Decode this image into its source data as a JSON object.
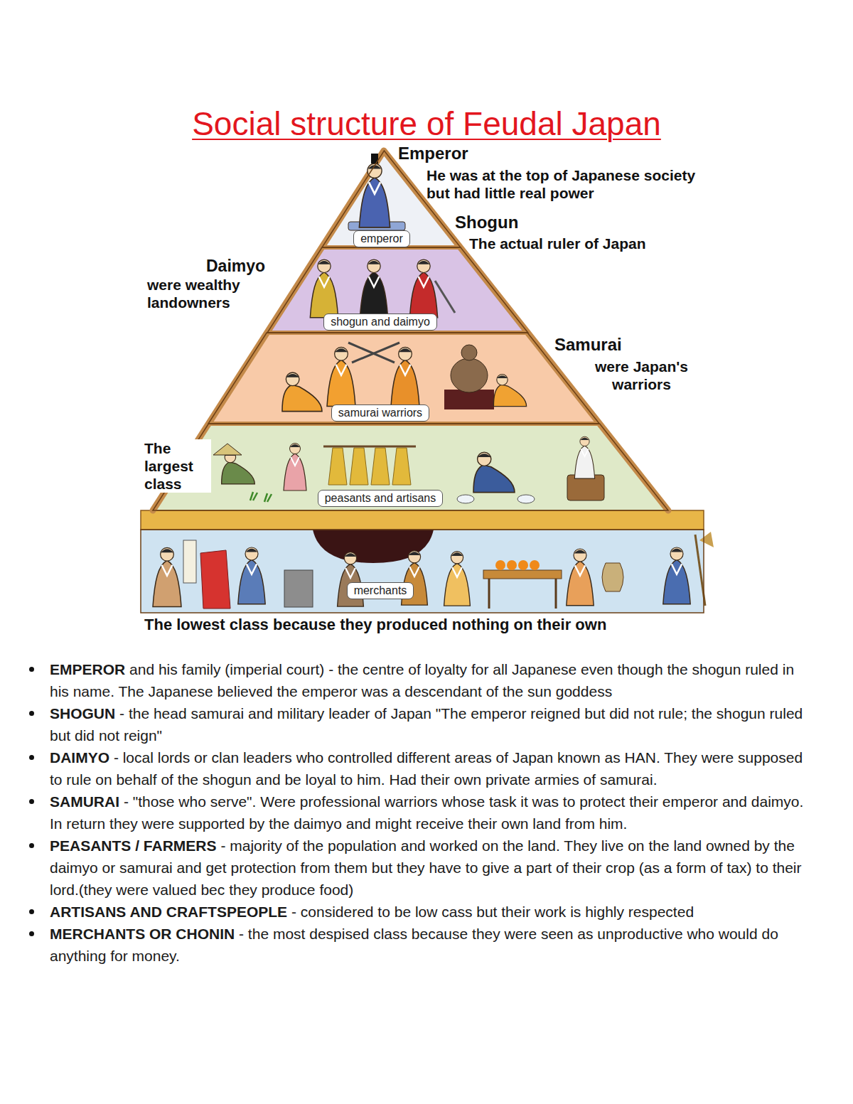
{
  "diagram": {
    "title": "Social structure of Feudal Japan",
    "nodes": [
      {
        "text": [
          "Emperor",
          "He was at the top of Japanese society but had little real power"
        ]
      },
      {
        "text": [
          "emperor"
        ],
        "in": 0
      },
      {
        "text": [
          "Shogun",
          "The actual ruler of Japan",
          "Daimyo",
          "were wealthy landowners"
        ]
      },
      {
        "text": [
          "shogun and daimyo"
        ],
        "in": 2
      },
      {
        "text": [
          "Samurai",
          "were Japan's warriors"
        ]
      },
      {
        "text": [
          "samurai warriors"
        ],
        "in": 4
      },
      {
        "text": [
          "The largest class"
        ]
      },
      {
        "text": [
          "peasants and artisans"
        ],
        "in": 6
      },
      {
        "text": [
          "The lowest class because they produced nothing on their own"
        ]
      },
      {
        "text": [
          "merchants"
        ],
        "in": 8
      }
    ],
    "labels": [
      "EMPEROR",
      "and his family (imperial court) - the centre of loyalty for all Japanese even though the shogun ruled in his name. The Japanese believed the emperor was a descendant of the sun goddess",
      "SHOGUN",
      "- the head samurai and military leader of Japan \"The emperor reigned but did not rule; the shogun ruled but did not reign\"",
      "DAIMYO",
      "- local lords or clan leaders who controlled different areas of Japan known as HAN. They were supposed to rule on behalf of the shogun and be loyal to him. Had their own private armies of samurai.",
      "SAMURAI",
      "- \"those who serve\". Were professional warriors whose task it was to protect their emperor and daimyo. In return they were supported by the daimyo and might receive their own land from him.",
      "PEASANTS / FARMERS",
      "- majority of the population and worked on the land. They live on the land owned by the daimyo or samurai and get protection from them but they have to give a part of their crop (as a form of tax) to their lord.(they were valued bec they produce food)",
      "ARTISANS AND CRAFTSPEOPLE",
      "- considered to be low cass but their work is highly respected",
      "MERCHANTS OR CHONIN",
      "- the most despised class because they were seen as unproductive who would do anything for money."
    ]
  }
}
